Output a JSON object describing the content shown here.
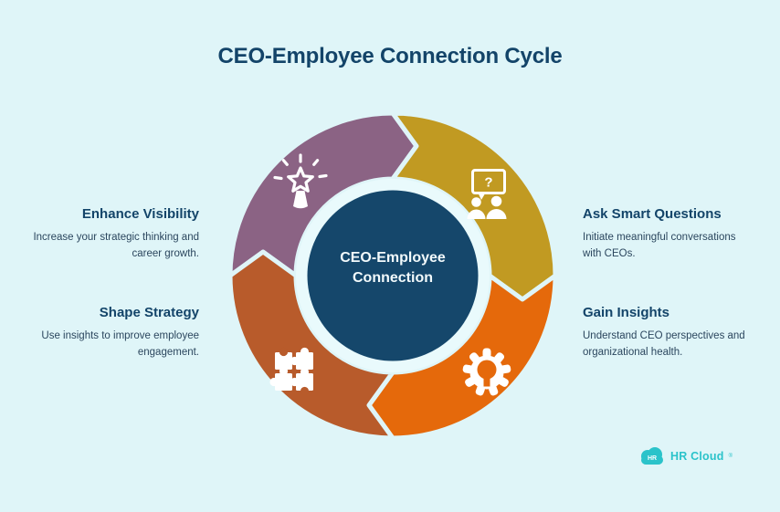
{
  "title": "CEO-Employee Connection Cycle",
  "wheel": {
    "center_label": "CEO-Employee\nConnection",
    "center_color": "#15476b",
    "ring_gap_color": "#e9fafc",
    "background_color": "#dff5f8",
    "question_glyph": "?"
  },
  "sections": [
    {
      "heading": "Enhance Visibility",
      "body": "Increase your strategic thinking and\ncareer growth.",
      "color": "#8b6384",
      "icon": "star-sparkle-icon",
      "position": "top-left"
    },
    {
      "heading": "Ask Smart Questions",
      "body": "Initiate meaningful conversations\nwith CEOs.",
      "color": "#c19a22",
      "icon": "conversation-question-icon",
      "position": "top-right"
    },
    {
      "heading": "Gain Insights",
      "body": "Understand CEO perspectives and\norganizational health.",
      "color": "#e5690b",
      "icon": "gear-idea-icon",
      "position": "bottom-right"
    },
    {
      "heading": "Shape Strategy",
      "body": "Use insights to improve employee\nengagement.",
      "color": "#b85b2b",
      "icon": "puzzle-icon",
      "position": "bottom-left"
    }
  ],
  "text_colors": {
    "title": "#134469",
    "heading": "#134469",
    "body": "#2b465e",
    "center_text": "#f2fafc"
  },
  "logo": {
    "badge": "HR",
    "name": "HR Cloud",
    "mark": "®",
    "color": "#2bc3ca"
  }
}
